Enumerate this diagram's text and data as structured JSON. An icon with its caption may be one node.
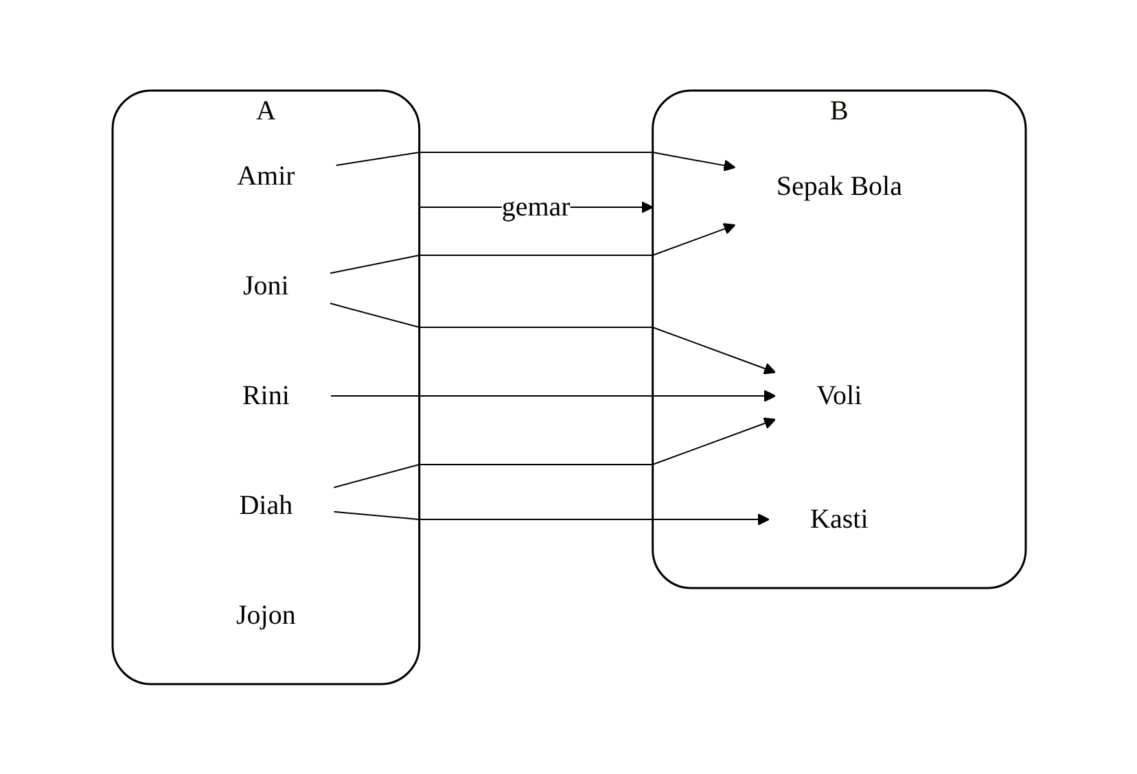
{
  "diagram": {
    "nodes": [
      {
        "text": [
          "A"
        ]
      },
      {
        "text": [
          "Amir"
        ],
        "in": 0
      },
      {
        "text": [
          "Joni"
        ],
        "in": 0
      },
      {
        "text": [
          "Rini"
        ],
        "in": 0
      },
      {
        "text": [
          "Diah"
        ],
        "in": 0
      },
      {
        "text": [
          "Jojon"
        ],
        "in": 0
      },
      {
        "text": [
          "B"
        ]
      },
      {
        "text": [
          "Sepak Bola"
        ],
        "in": 6
      },
      {
        "text": [
          "Voli"
        ],
        "in": 6
      },
      {
        "text": [
          "Kasti"
        ],
        "in": 6
      }
    ],
    "edges": [
      {
        "from": 0,
        "to": 6,
        "arrow": "to",
        "label": "gemar"
      },
      {
        "from": 1,
        "to": 7,
        "arrow": "to"
      },
      {
        "from": 2,
        "to": 7,
        "arrow": "to"
      },
      {
        "from": 2,
        "to": 8,
        "arrow": "to"
      },
      {
        "from": 3,
        "to": 8,
        "arrow": "to"
      },
      {
        "from": 4,
        "to": 8,
        "arrow": "to"
      },
      {
        "from": 4,
        "to": 9,
        "arrow": "to"
      }
    ]
  }
}
